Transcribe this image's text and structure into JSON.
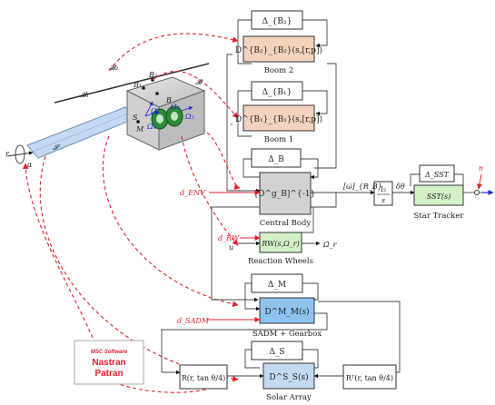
{
  "blocks": {
    "delta_b2": "Δ_{B₂}",
    "boom2_tf": "D^{B₂}_{B₂}(s,[r,p])",
    "boom2_caption": "Boom 2",
    "delta_b1": "Δ_{B₁}",
    "boom1_tf": "D^{B₁}_{B₁}(s,[r,p])",
    "boom1_caption": "Boom 1",
    "delta_b": "Δ_B",
    "central_tf": "[D^g_B]^{-1}",
    "central_caption": "Central Body",
    "rw_tf": "RW(s,Ω_r)",
    "rw_caption": "Reaction Wheels",
    "delta_m": "Δ_M",
    "sadm_tf": "D^M_M(s)",
    "sadm_caption": "SADM + Gearbox",
    "delta_s": "Δ_S",
    "sa_tf": "D^S_S(s)",
    "sa_caption": "Solar Array",
    "rot_left": "R(r, tan θ/4)",
    "rot_right": "Rᵀ(r, tan θ/4)",
    "integrator_num": "I₃",
    "integrator_den": "s",
    "delta_sst": "Δ_SST",
    "sst_tf": "SST(s)",
    "sst_caption": "Star Tracker"
  },
  "signals": {
    "d_env": "d_ENV",
    "d_rw": "d_RW",
    "u": "u",
    "omega_r": "Ω̇_r",
    "omega_b": "[ω̇]_{R_B}",
    "delta_theta": "δθ",
    "n": "n",
    "d_sadm": "d_SADM"
  },
  "spacecraft": {
    "b1": "B₁",
    "b2": "B₂",
    "b_label": "B",
    "s_label": "S",
    "m_label": "M",
    "cal_b1": "𝓑₁",
    "cal_b2": "𝓑₂",
    "cal_b": "𝓑",
    "cal_s": "𝓢",
    "omega1": "Ω₁",
    "omega2": "Ω₂",
    "omega3": "Ω₃",
    "omega4": "Ω₄",
    "rot_r": "r",
    "rot_alpha": "α"
  },
  "logo": {
    "brand": "MSC Software",
    "line1": "Nastran",
    "line2": "Patran"
  },
  "colors": {
    "boom_fill": "#f3d3bd",
    "central_fill": "#d2d2d2",
    "rw_fill": "#d4f0c7",
    "sadm_fill": "#8ec3ef",
    "sa_fill": "#c2daef",
    "sst_fill": "#d4f0c7",
    "red": "#e3212b",
    "blue": "#1e2bd6"
  }
}
